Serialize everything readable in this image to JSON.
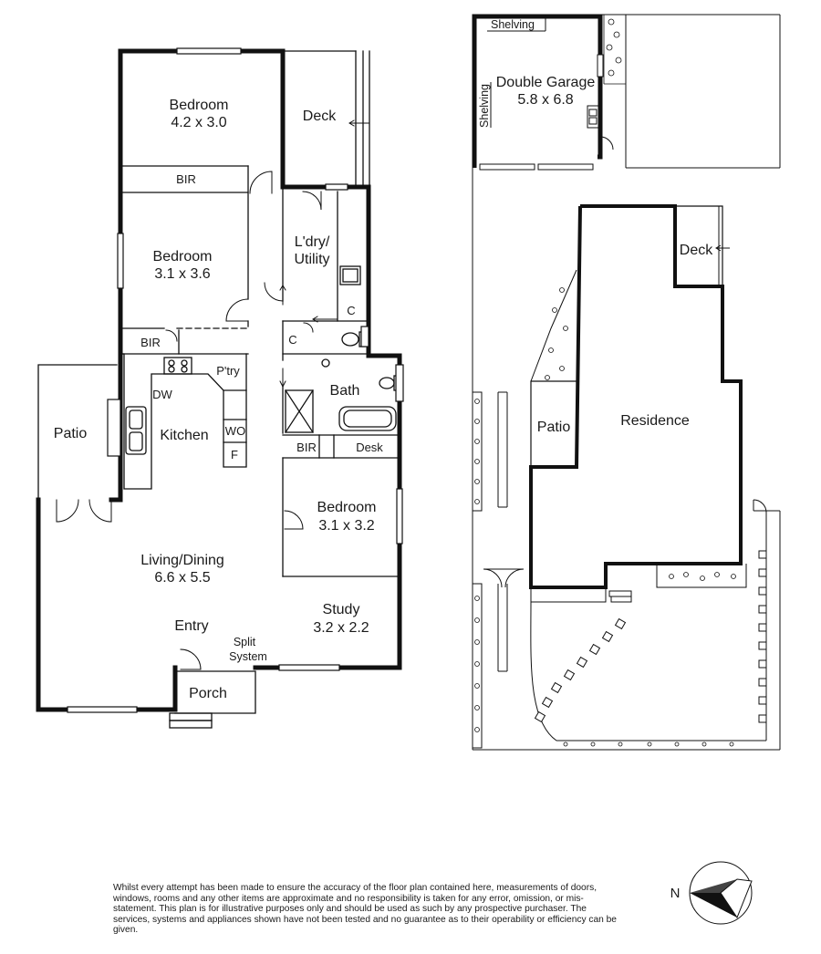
{
  "floor_plan": {
    "rooms": {
      "bedroom1": {
        "name": "Bedroom",
        "size": "4.2 x 3.0"
      },
      "bedroom2": {
        "name": "Bedroom",
        "size": "3.1 x 3.6"
      },
      "bedroom3": {
        "name": "Bedroom",
        "size": "3.1 x 3.2"
      },
      "deck": "Deck",
      "bir_top": "BIR",
      "bir_mid": "BIR",
      "bir_bath": "BIR",
      "laundry_line1": "L'dry/",
      "laundry_line2": "Utility",
      "cupboard1": "C",
      "cupboard2": "C",
      "pantry": "P'try",
      "dishwasher": "DW",
      "kitchen": "Kitchen",
      "wall_oven": "WO",
      "fridge": "F",
      "patio": "Patio",
      "bath": "Bath",
      "desk": "Desk",
      "living": {
        "name": "Living/Dining",
        "size": "6.6 x 5.5"
      },
      "study": {
        "name": "Study",
        "size": "3.2 x 2.2"
      },
      "entry": "Entry",
      "split_line1": "Split",
      "split_line2": "System",
      "porch": "Porch"
    }
  },
  "site_plan": {
    "garage": {
      "name": "Double Garage",
      "size": "5.8 x 6.8"
    },
    "shelving_top": "Shelving",
    "shelving_side": "Shelving",
    "deck": "Deck",
    "patio": "Patio",
    "residence": "Residence"
  },
  "compass": {
    "label": "N"
  },
  "disclaimer": "Whilst every attempt has been made to ensure the accuracy of the floor plan contained here, measurements of doors, windows, rooms and any other items are approximate and no responsibility is taken for any error, omission, or mis-statement.  This plan is for illustrative purposes only and should be used as such by any prospective purchaser.  The services, systems and appliances shown have not been tested and no guarantee as to their operability or efficiency can be given."
}
